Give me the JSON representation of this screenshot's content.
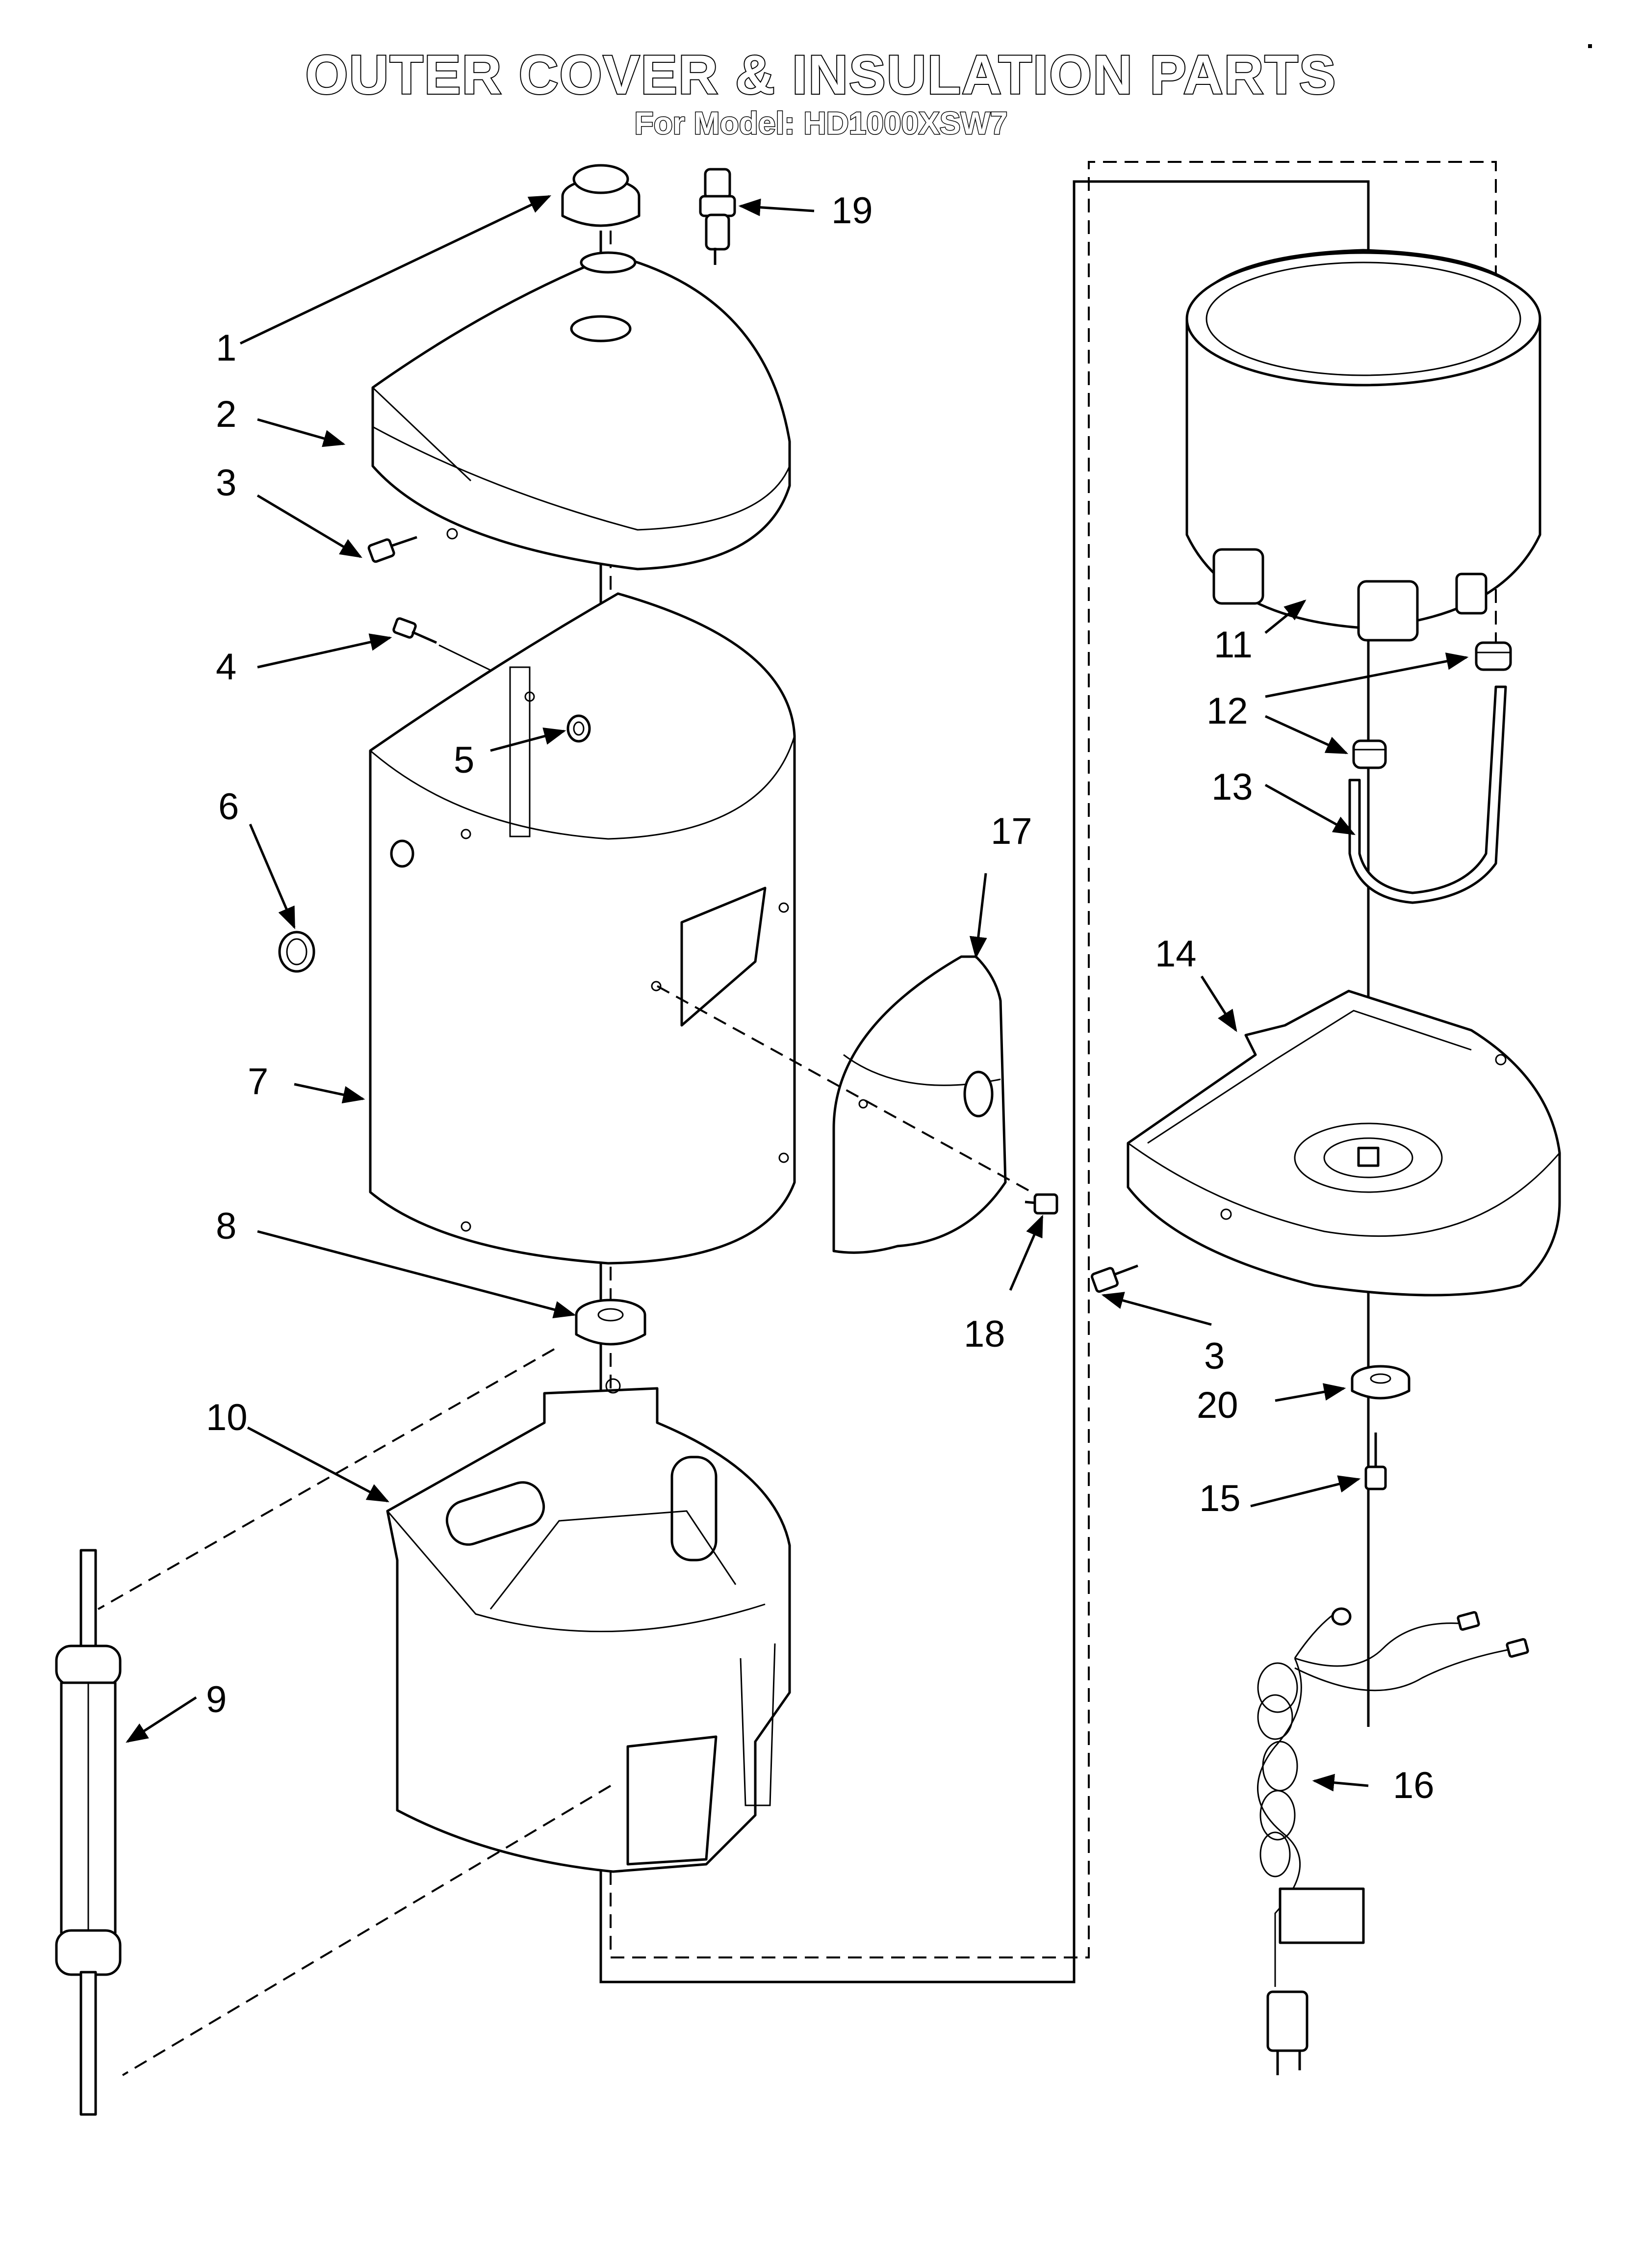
{
  "title": "OUTER COVER & INSULATION PARTS",
  "model_prefix": "For Model: ",
  "model": "HD1000XSW7",
  "labels": {
    "p1": "1",
    "p2": "2",
    "p3a": "3",
    "p3b": "3",
    "p4": "4",
    "p5": "5",
    "p6": "6",
    "p7": "7",
    "p8": "8",
    "p9": "9",
    "p10": "10",
    "p11": "11",
    "p12": "12",
    "p13": "13",
    "p14": "14",
    "p15": "15",
    "p16": "16",
    "p17": "17",
    "p18": "18",
    "p19": "19",
    "p20": "20"
  }
}
